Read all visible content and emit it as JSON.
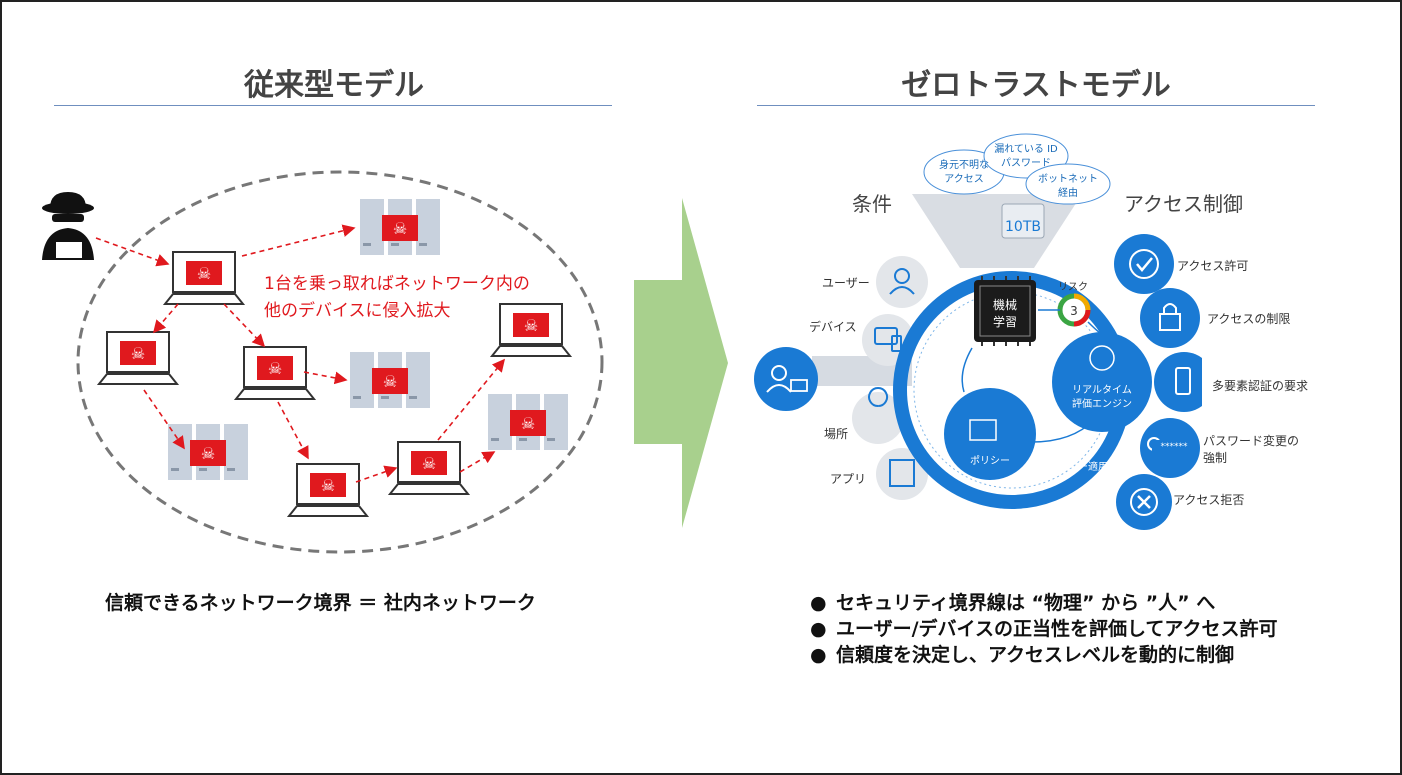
{
  "left": {
    "title": "従来型モデル",
    "annotation_line1": "1台を乗っ取ればネットワーク内の",
    "annotation_line2": "他のデバイスに侵入拡大",
    "caption": "信頼できるネットワーク境界 ＝ 社内ネットワーク"
  },
  "right": {
    "title": "ゼロトラストモデル",
    "conditions_heading": "条件",
    "access_heading": "アクセス制御",
    "bubbles": [
      "身元不明な\nアクセス",
      "漏れている ID\nパスワード",
      "ボットネット\n経由"
    ],
    "storage_label": "10TB",
    "conditions": [
      {
        "label": "ユーザー",
        "icon": "user-icon"
      },
      {
        "label": "デバイス",
        "icon": "device-icon"
      },
      {
        "label": "場所",
        "icon": "location-icon"
      },
      {
        "label": "アプリ",
        "icon": "app-icon"
      }
    ],
    "ml_label_1": "機械",
    "ml_label_2": "学習",
    "risk_label": "リスク",
    "risk_value": "3",
    "engine_label_1": "リアルタイム",
    "engine_label_2": "評価エンジン",
    "policy_label": "ポリシー",
    "policy_apply_label": "ポリシー適用",
    "access_items": [
      {
        "label": "アクセス許可",
        "icon": "check-icon"
      },
      {
        "label": "アクセスの制限",
        "icon": "lock-icon"
      },
      {
        "label": "多要素認証の要求",
        "icon": "phone-key-icon"
      },
      {
        "label": "パスワード変更の\n強制",
        "icon": "password-reset-icon"
      },
      {
        "label": "アクセス拒否",
        "icon": "deny-icon"
      }
    ],
    "password_mask": "******",
    "bullets": [
      "セキュリティ境界線は “物理” から ”人” へ",
      "ユーザー/デバイスの正当性を評価してアクセス許可",
      "信頼度を決定し、アクセスレベルを動的に制御"
    ]
  },
  "colors": {
    "brand_blue": "#1a7ad4",
    "threat_red": "#e0191e",
    "arrow_green": "#a8d08d",
    "title_rule": "#6f8fbf"
  }
}
